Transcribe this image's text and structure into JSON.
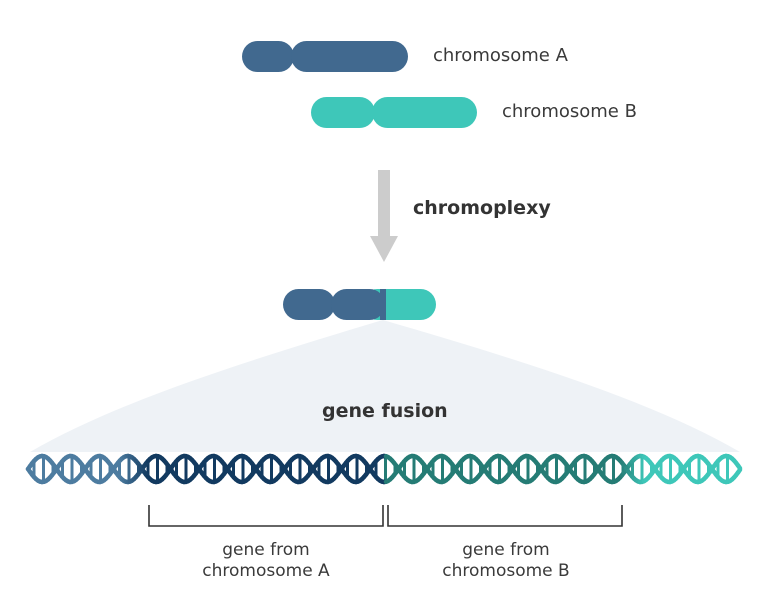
{
  "colors": {
    "chromosome_a": "#41698f",
    "chromosome_b": "#3ec7b9",
    "arrow": "#cccccc",
    "fan": "#eef2f6",
    "helix_a_light": "#4d7ca0",
    "helix_a_dark": "#123a60",
    "helix_b_dark": "#257c75",
    "helix_b_light": "#3ec7b9",
    "bracket": "#333333"
  },
  "chromosome_a": {
    "label": "chromosome A"
  },
  "chromosome_b": {
    "label": "chromosome B"
  },
  "process": {
    "label": "chromoplexy"
  },
  "fusion": {
    "label": "gene fusion"
  },
  "gene_from_a": {
    "line1": "gene from",
    "line2": "chromosome A"
  },
  "gene_from_b": {
    "line1": "gene from",
    "line2": "chromosome B"
  }
}
